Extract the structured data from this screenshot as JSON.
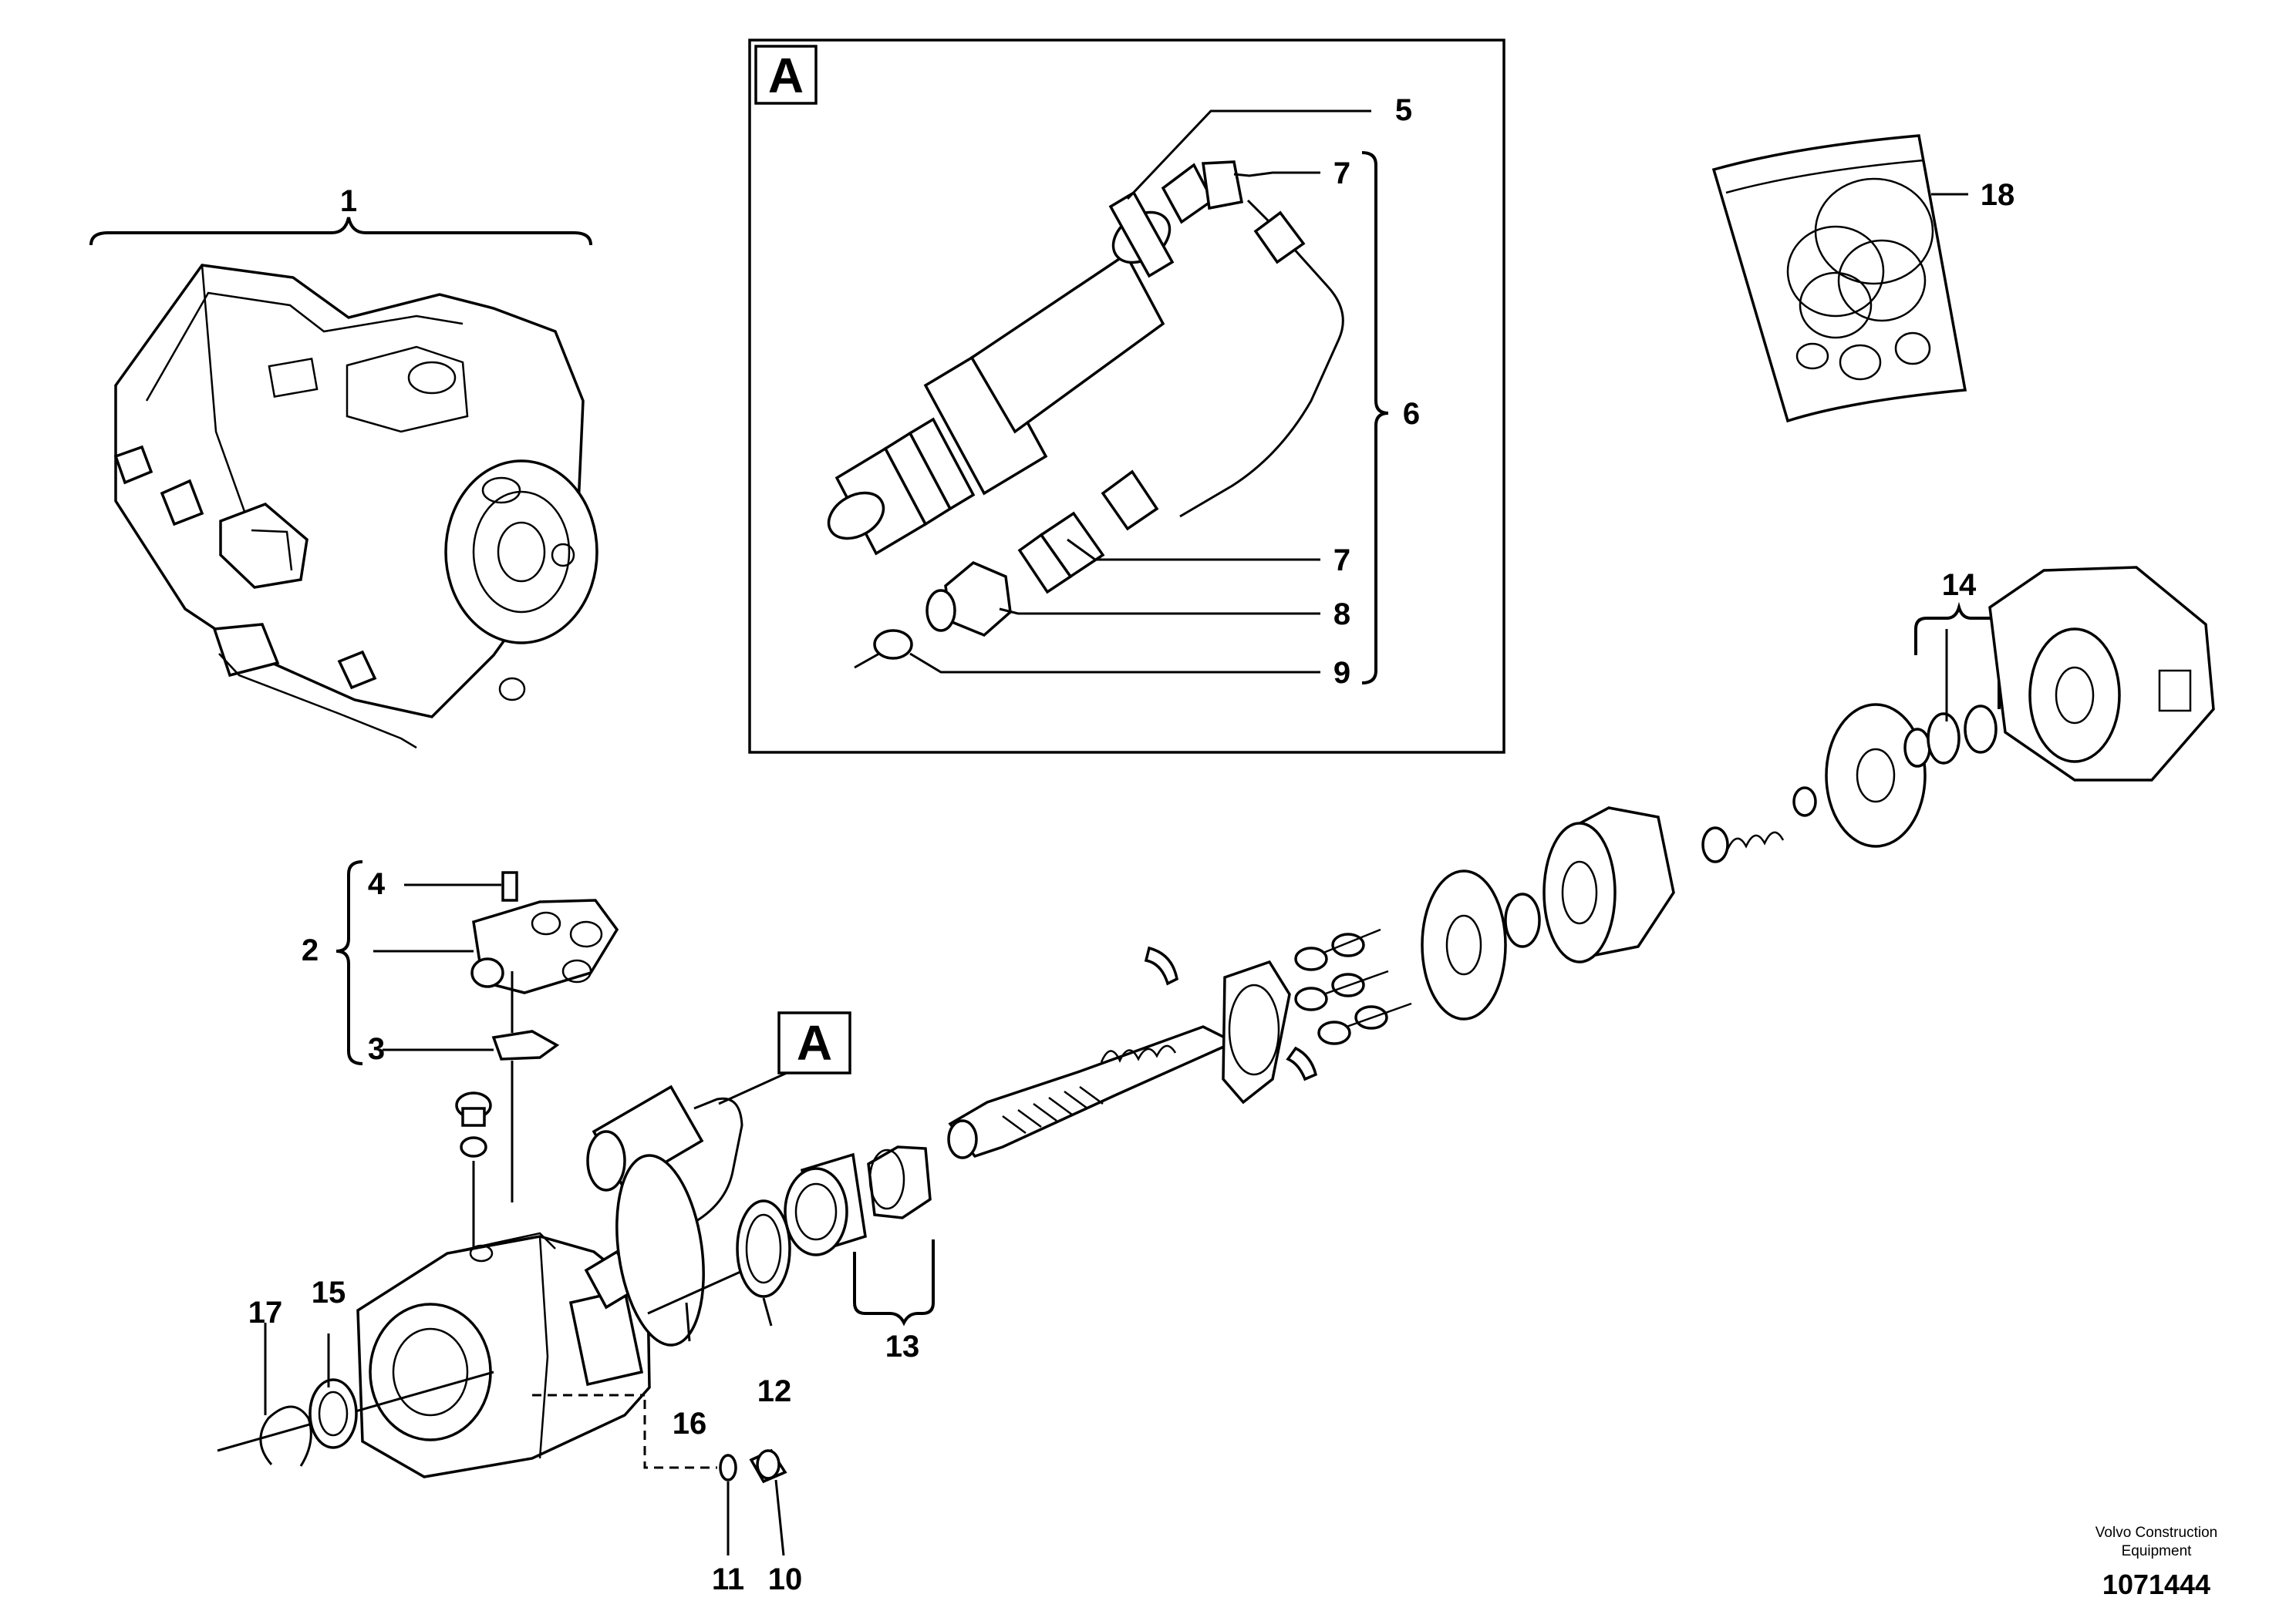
{
  "detail_box": {
    "letter": "A"
  },
  "callout_box": {
    "letter": "A"
  },
  "labels": {
    "l1": "1",
    "l2": "2",
    "l3": "3",
    "l4": "4",
    "l5": "5",
    "l6": "6",
    "l7a": "7",
    "l7b": "7",
    "l8": "8",
    "l9": "9",
    "l10": "10",
    "l11": "11",
    "l12": "12",
    "l13": "13",
    "l14": "14",
    "l15": "15",
    "l16": "16",
    "l17": "17",
    "l18": "18"
  },
  "footer": {
    "company_line1": "Volvo Construction",
    "company_line2": "Equipment",
    "drawing_number": "1071444"
  }
}
